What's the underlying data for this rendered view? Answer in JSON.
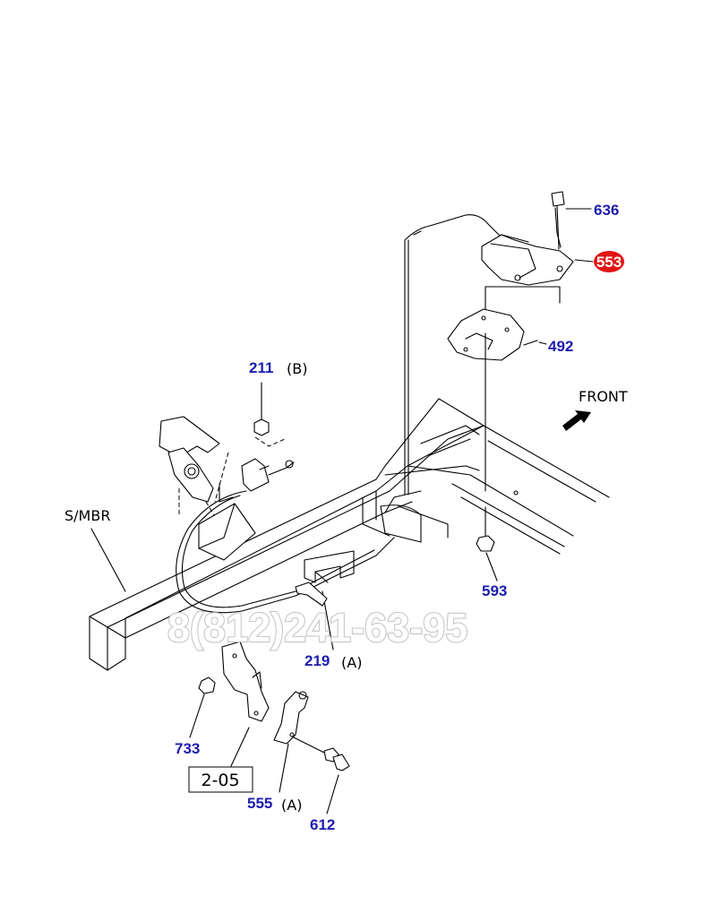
{
  "callouts": {
    "c636": "636",
    "c553": "553",
    "c492": "492",
    "c211": "211",
    "c211_variant": "(B)",
    "c593": "593",
    "c219": "219",
    "c219_variant": "(A)",
    "c733": "733",
    "c555": "555",
    "c555_variant": "(A)",
    "c612": "612"
  },
  "labels": {
    "front": "FRONT",
    "side_member": "S/MBR",
    "ref_box": "2-05"
  },
  "watermark": "8(812)241-63-95",
  "colors": {
    "callout_text": "#1c1cb0",
    "highlight_badge": "#e01515",
    "line": "#000000"
  }
}
